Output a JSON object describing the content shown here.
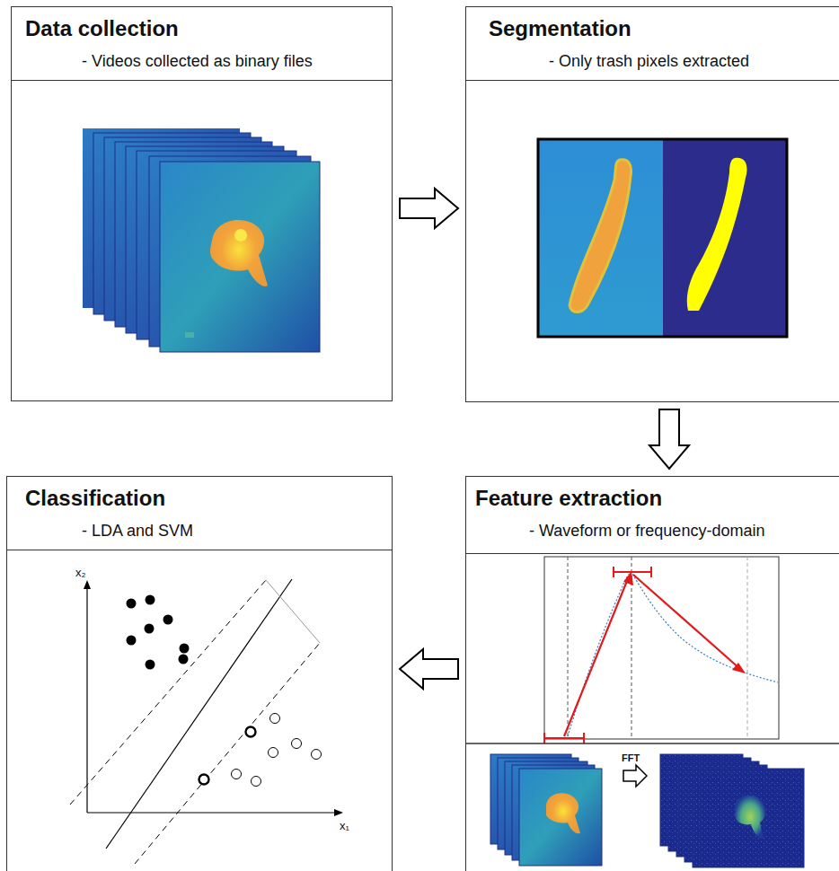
{
  "diagram": {
    "nodes": [
      {
        "text": [
          "Data collection",
          "- Videos collected as binary files"
        ]
      },
      {
        "text": [
          "Segmentation",
          "- Only trash pixels extracted"
        ]
      },
      {
        "text": [
          "Feature extraction",
          "- Waveform or frequency-domain"
        ]
      },
      {
        "text": [
          "Classification",
          "- LDA and SVM"
        ]
      }
    ],
    "edges": [
      {
        "from": 0,
        "to": 1,
        "arrow": "to"
      },
      {
        "from": 1,
        "to": 2,
        "arrow": "to"
      },
      {
        "from": 2,
        "to": 3,
        "arrow": "to"
      }
    ],
    "labels": [
      "x₂",
      "x₁",
      "FFT"
    ]
  }
}
